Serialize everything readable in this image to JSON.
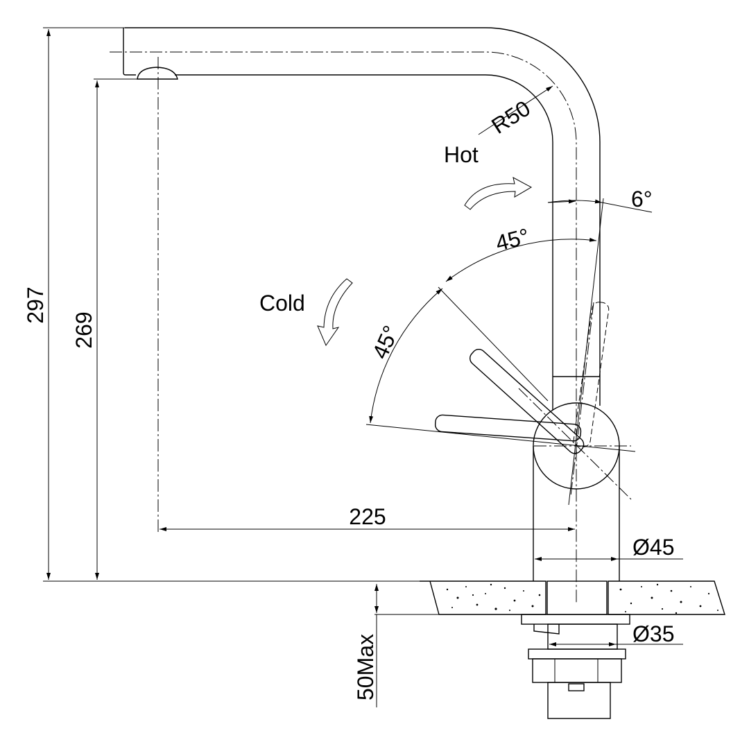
{
  "dimensions": {
    "overall_height": "297",
    "spout_height": "269",
    "reach": "225",
    "bend_radius": "R50",
    "body_diameter": "Ø45",
    "thread_diameter": "Ø35",
    "max_counter_thickness": "50Max",
    "hot_angle": "6°",
    "lever_angle_upper": "45°",
    "lever_angle_lower": "45°"
  },
  "labels": {
    "hot": "Hot",
    "cold": "Cold"
  },
  "colors": {
    "line": "#000000",
    "background": "#ffffff",
    "counter_fill": "#ffffff"
  }
}
